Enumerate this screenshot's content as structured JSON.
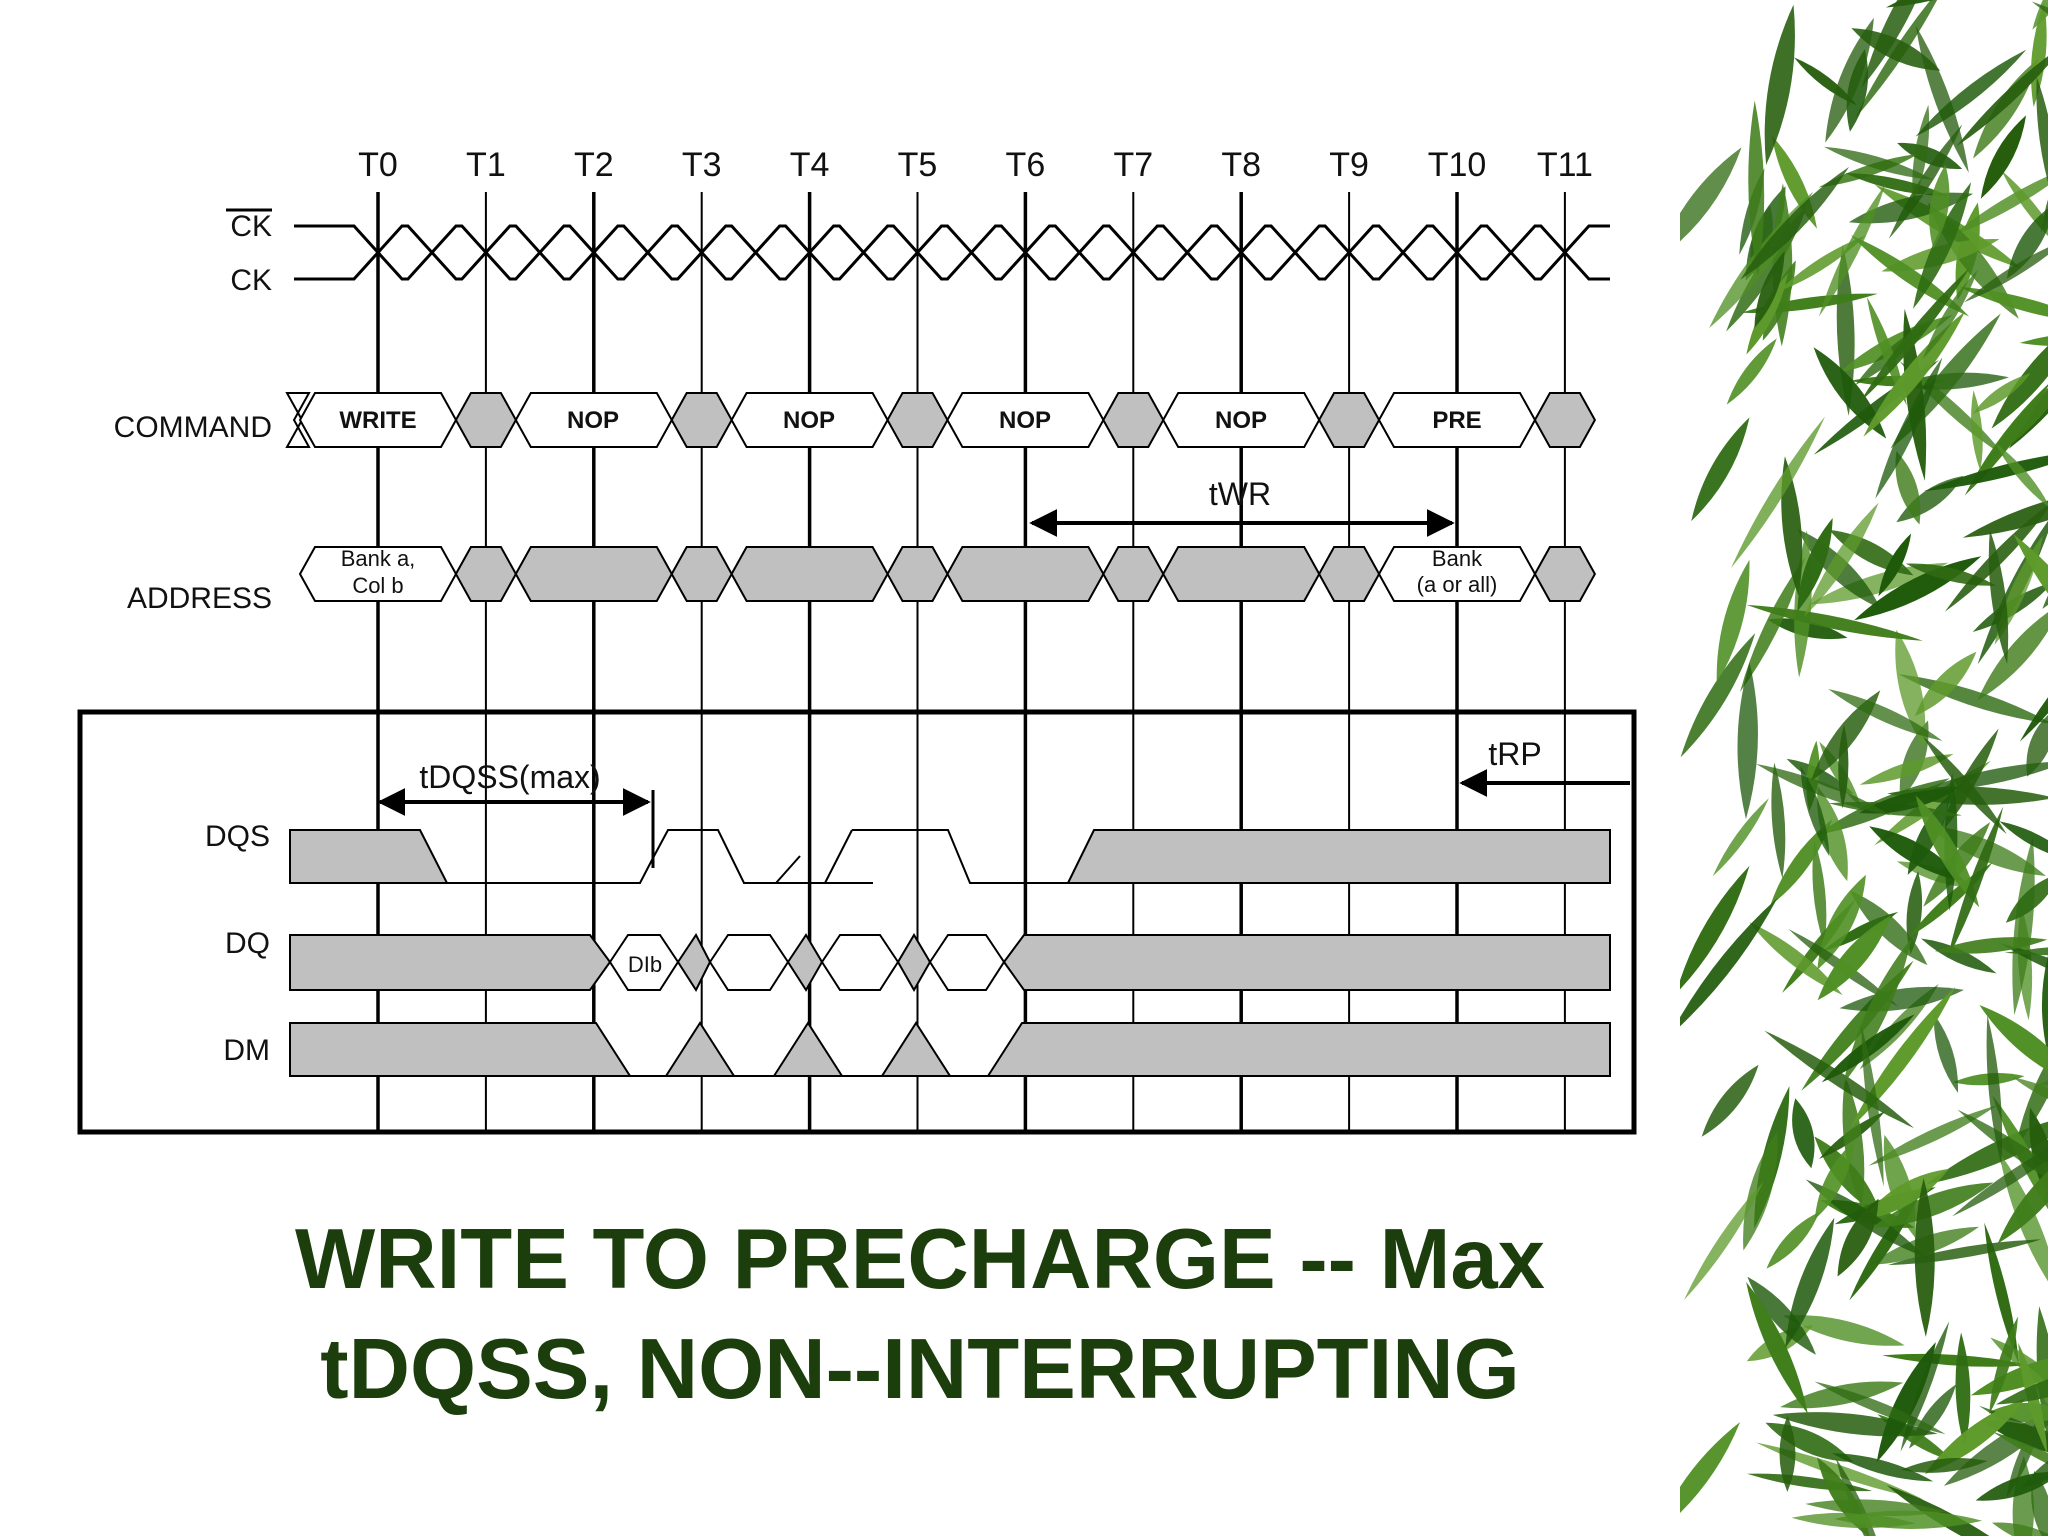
{
  "slide": {
    "title_line1": "WRITE TO PRECHARGE -- Max",
    "title_line2": "tDQSS, NON--INTERRUPTING"
  },
  "diagram": {
    "time_labels": [
      "T0",
      "T1",
      "T2",
      "T3",
      "T4",
      "T5",
      "T6",
      "T7",
      "T8",
      "T9",
      "T10",
      "T11"
    ],
    "signals": {
      "ck_bar": "CK",
      "ck": "CK",
      "command": "COMMAND",
      "address": "ADDRESS",
      "dqs": "DQS",
      "dq": "DQ",
      "dm": "DM"
    },
    "command_cells": [
      "WRITE",
      "NOP",
      "NOP",
      "NOP",
      "NOP",
      "PRE"
    ],
    "address_cells": {
      "bank_a_line1": "Bank a,",
      "bank_a_line2": "Col b",
      "bank_line1": "Bank",
      "bank_line2": "(a or all)"
    },
    "dq_cell": "DIb",
    "timing": {
      "twr": "tWR",
      "trp": "tRP",
      "tdqss": "tDQSS(max)"
    }
  },
  "colors": {
    "title": "#1c3d0c",
    "shade": "#c0c0c0",
    "line": "#000000",
    "foliage": "#2f6b12"
  }
}
